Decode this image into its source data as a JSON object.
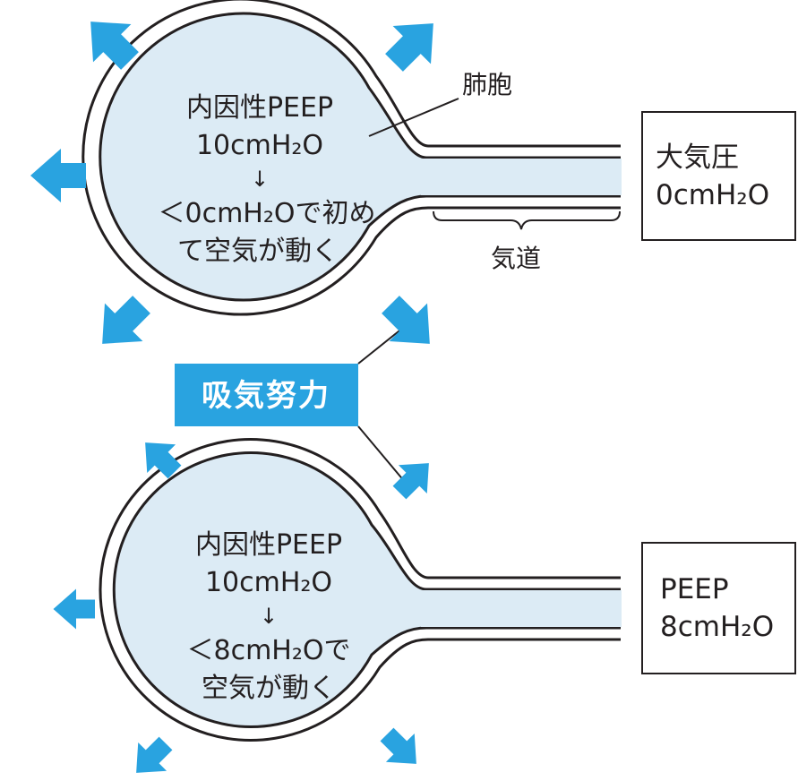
{
  "colors": {
    "arrow": "#29a3e0",
    "alveolus_fill": "#dcebf5",
    "outline": "#231f20",
    "effort_box": "#29a3e0"
  },
  "upper": {
    "inner_lines": [
      "内因性PEEP",
      "10cmH₂O",
      "↓",
      "＜0cmH₂Oで初め",
      "て空気が動く"
    ],
    "side_box_lines": [
      "大気圧",
      "0cmH₂O"
    ],
    "label_alveolus": "肺胞",
    "label_airway": "気道"
  },
  "effort_label": "吸気努力",
  "lower": {
    "inner_lines": [
      "内因性PEEP",
      "10cmH₂O",
      "↓",
      "＜8cmH₂Oで",
      "空気が動く"
    ],
    "side_box_lines": [
      "PEEP",
      "8cmH₂O"
    ]
  }
}
